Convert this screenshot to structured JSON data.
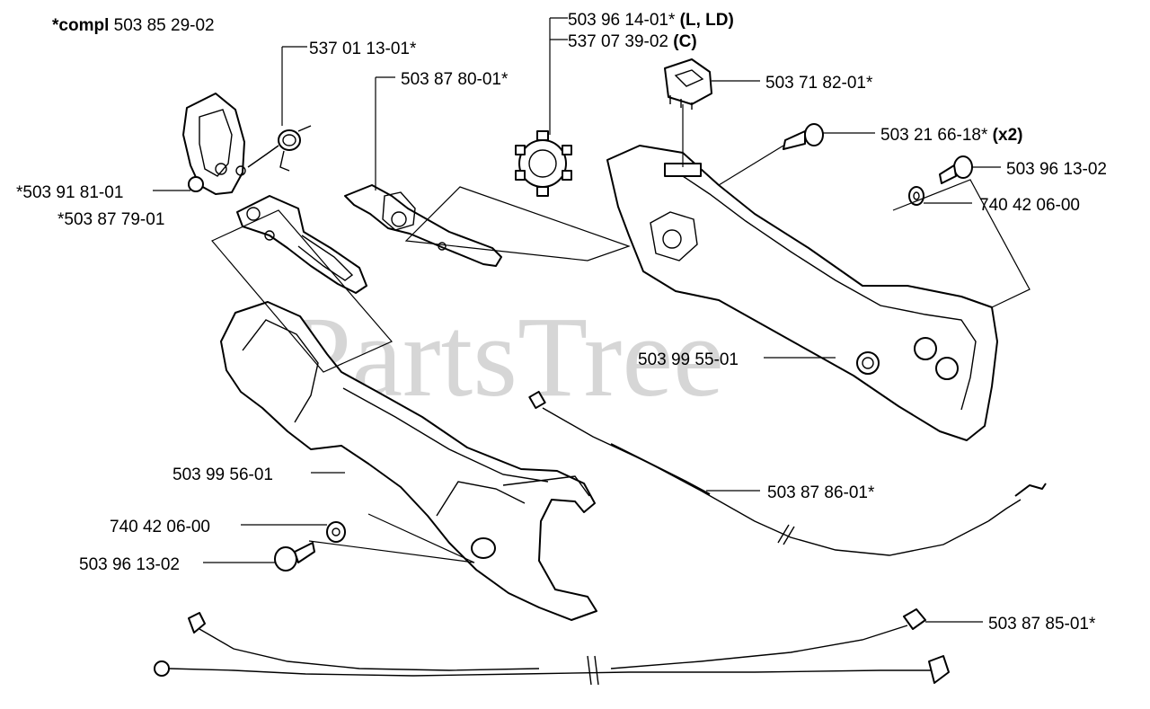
{
  "diagram": {
    "title_prefix": "*compl",
    "title_number": "503 85 29-02",
    "watermark": "PartsTree",
    "watermark_tm": "™",
    "labels": {
      "carb_switch_a_num": "503 96 14-01*",
      "carb_switch_a_suffix": "(L, LD)",
      "carb_switch_b_num": "537 07 39-02",
      "carb_switch_b_suffix": "(C)",
      "spring": "537 01 13-01*",
      "throttle_trigger": "503 87 80-01*",
      "stop_switch": "503 71 82-01*",
      "screw_x2_num": "503 21 66-18*",
      "screw_x2_suffix": "(x2)",
      "screw_right": "503 96 13-02",
      "washer_right": "740 42 06-00",
      "clip_left": "*503 91 81-01",
      "lockout_lever": "*503 87 79-01",
      "handle_housing_right": "503 99 55-01",
      "handle_housing_left": "503 99 56-01",
      "throttle_cable": "503 87 86-01*",
      "washer_left": "740 42 06-00",
      "screw_left": "503 96 13-02",
      "wire_harness": "503 87 85-01*"
    }
  }
}
